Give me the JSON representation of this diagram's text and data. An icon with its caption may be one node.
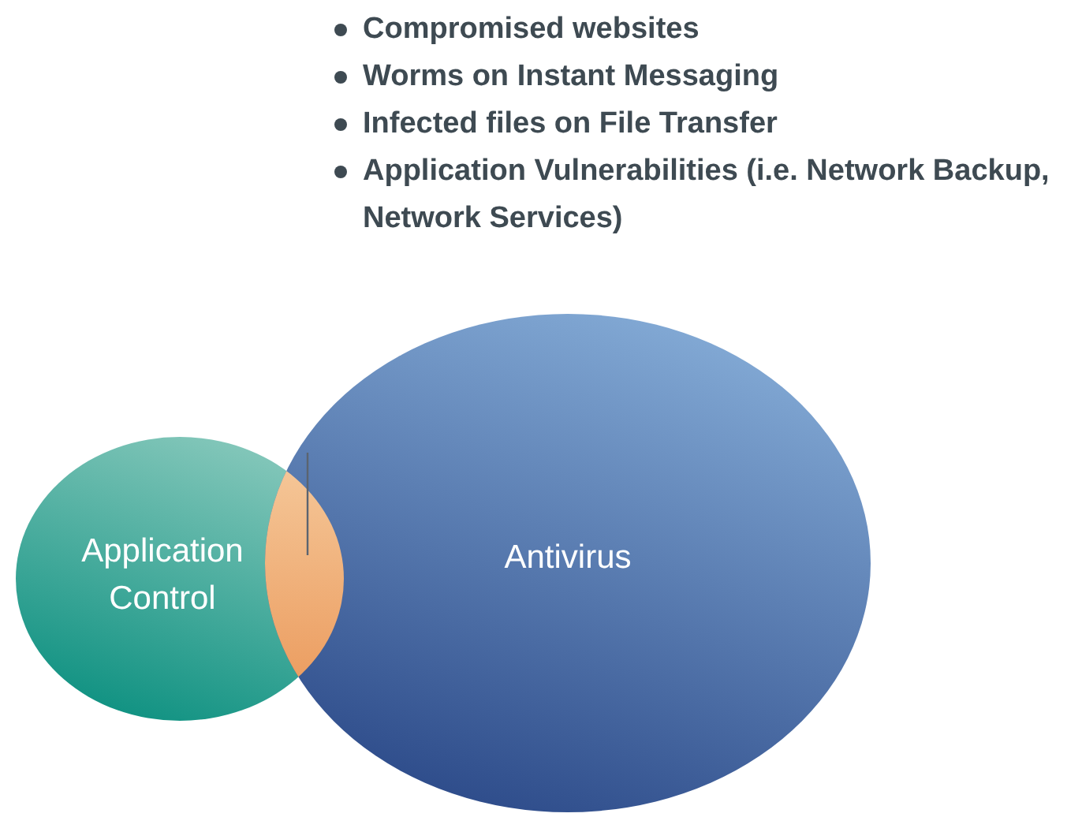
{
  "diagram": {
    "nodes": [
      {
        "text": [
          "Application Control"
        ]
      },
      {
        "text": [
          "Antivirus"
        ]
      },
      {
        "text": [],
        "shape": "lens"
      }
    ],
    "edges": [
      {
        "from": 1,
        "to": 2,
        "arrow": "none"
      }
    ],
    "labels": [
      "Compromised websites",
      "Worms on Instant Messaging",
      "Infected files on File Transfer",
      "Application Vulnerabilities (i.e. Network Backup, Network Services)"
    ]
  }
}
